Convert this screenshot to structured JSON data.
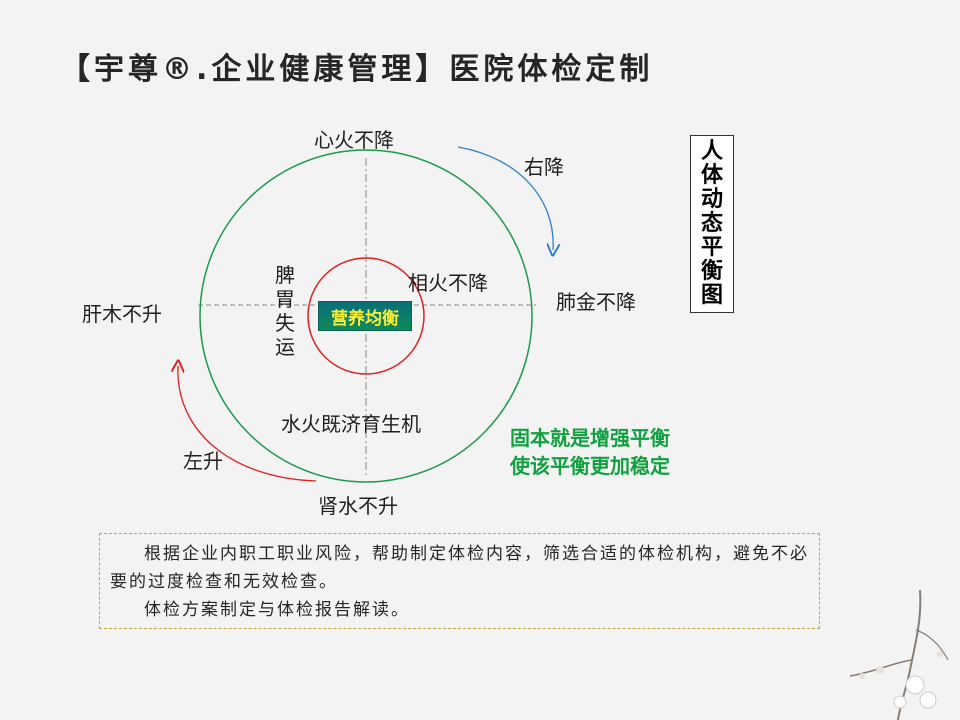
{
  "title": "【宇尊®.企业健康管理】医院体检定制",
  "diagram": {
    "top": "心火不降",
    "right_arrow": "右降",
    "right": "肺金不降",
    "left": "肝木不升",
    "left_arrow": "左升",
    "bottom": "肾水不升",
    "inner_upper_right": "相火不降",
    "inner_left_vertical": "脾胃失运",
    "inner_bottom": "水火既济育生机",
    "center": "营养均衡",
    "side_label": "人体动态平衡图",
    "note_line1": "固本就是增强平衡",
    "note_line2": "使该平衡更加稳定",
    "colors": {
      "outer_circle": "#1a9a4a",
      "inner_circle": "#e02020",
      "right_arrow": "#2b7fd0",
      "left_arrow": "#e02020",
      "note": "#10a040"
    }
  },
  "notes": {
    "paragraph1": "根据企业内职工职业风险，帮助制定体检内容，筛选合适的体检机构，避免不必要的过度检查和无效检查。",
    "paragraph2": "体检方案制定与体检报告解读。"
  }
}
